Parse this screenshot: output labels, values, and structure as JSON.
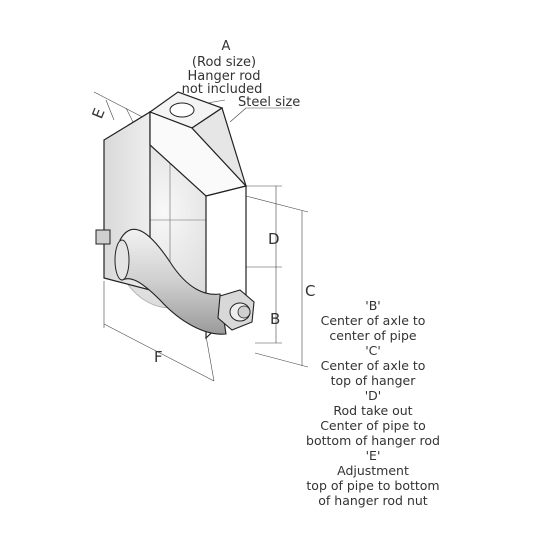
{
  "labels": {
    "a": "A",
    "rod_size": "(Rod size)",
    "hanger_rod": "Hanger rod",
    "not_included": "not included",
    "steel_size": "Steel size"
  },
  "dimensions": {
    "b": "B",
    "c": "C",
    "d": "D",
    "e": "E",
    "f": "F"
  },
  "key": [
    "'B'",
    "Center of axle to",
    "center of pipe",
    "'C'",
    "Center of axle to",
    "top of hanger",
    "'D'",
    "Rod take out",
    "Center of pipe to",
    "bottom of hanger rod",
    "'E'",
    "Adjustment",
    "top of pipe to bottom",
    "of hanger rod nut"
  ]
}
